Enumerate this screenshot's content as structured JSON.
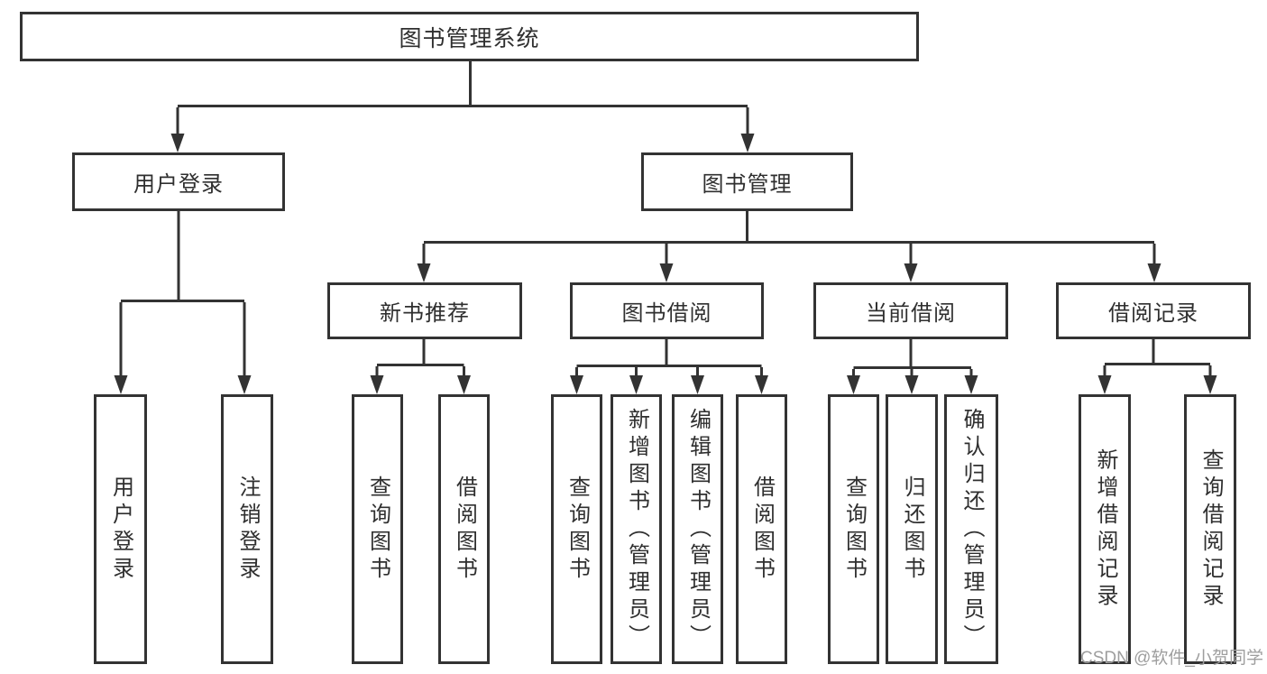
{
  "diagram": {
    "title": "图书管理系统",
    "type": "hierarchy-diagram",
    "colors": {
      "line": "#333333",
      "text": "#2f2f2f",
      "background": "#ffffff",
      "watermark_text": "#9e9e9e"
    },
    "watermark": "CSDN @软件_小贺同学",
    "tree": {
      "root": {
        "label": "图书管理系统",
        "children": [
          {
            "label": "用户登录",
            "children": [
              {
                "label": "用户登录"
              },
              {
                "label": "注销登录"
              }
            ]
          },
          {
            "label": "图书管理",
            "children": [
              {
                "label": "新书推荐",
                "children": [
                  {
                    "label": "查询图书"
                  },
                  {
                    "label": "借阅图书"
                  }
                ]
              },
              {
                "label": "图书借阅",
                "children": [
                  {
                    "label": "查询图书"
                  },
                  {
                    "label": "新增图书（管理员）"
                  },
                  {
                    "label": "编辑图书（管理员）"
                  },
                  {
                    "label": "借阅图书"
                  }
                ]
              },
              {
                "label": "当前借阅",
                "children": [
                  {
                    "label": "查询图书"
                  },
                  {
                    "label": "归还图书"
                  },
                  {
                    "label": "确认归还（管理员）"
                  }
                ]
              },
              {
                "label": "借阅记录",
                "children": [
                  {
                    "label": "新增借阅记录"
                  },
                  {
                    "label": "查询借阅记录"
                  }
                ]
              }
            ]
          }
        ]
      }
    }
  }
}
